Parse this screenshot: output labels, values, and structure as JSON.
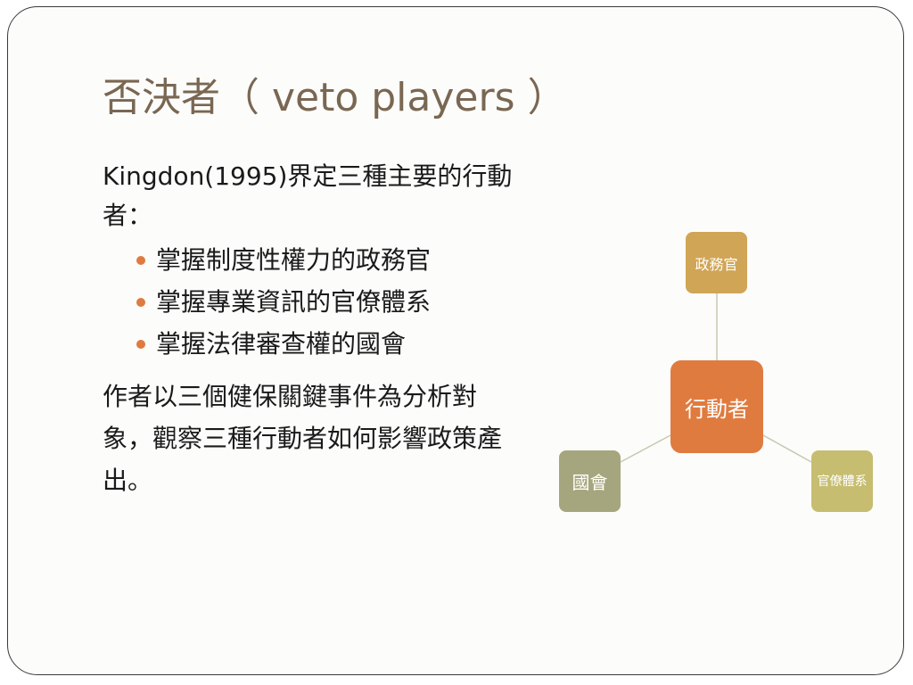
{
  "slide": {
    "title": "否決者（ veto players ）",
    "intro": "Kingdon(1995)界定三種主要的行動者：",
    "bullets": [
      "掌握制度性權力的政務官",
      "掌握專業資訊的官僚體系",
      "掌握法律審查權的國會"
    ],
    "outro": "作者以三個健保關鍵事件為分析對象，觀察三種行動者如何影響政策產出。"
  },
  "diagram": {
    "center": "行動者",
    "top": "政務官",
    "left": "國會",
    "right": "官僚體系"
  },
  "colors": {
    "title": "#7a6752",
    "bullet": "#e07a3f",
    "center_node": "#e07b3f",
    "top_node": "#d0a556",
    "left_node": "#a6a67e",
    "right_node": "#c6bd70",
    "connector": "#c8c8b0"
  }
}
